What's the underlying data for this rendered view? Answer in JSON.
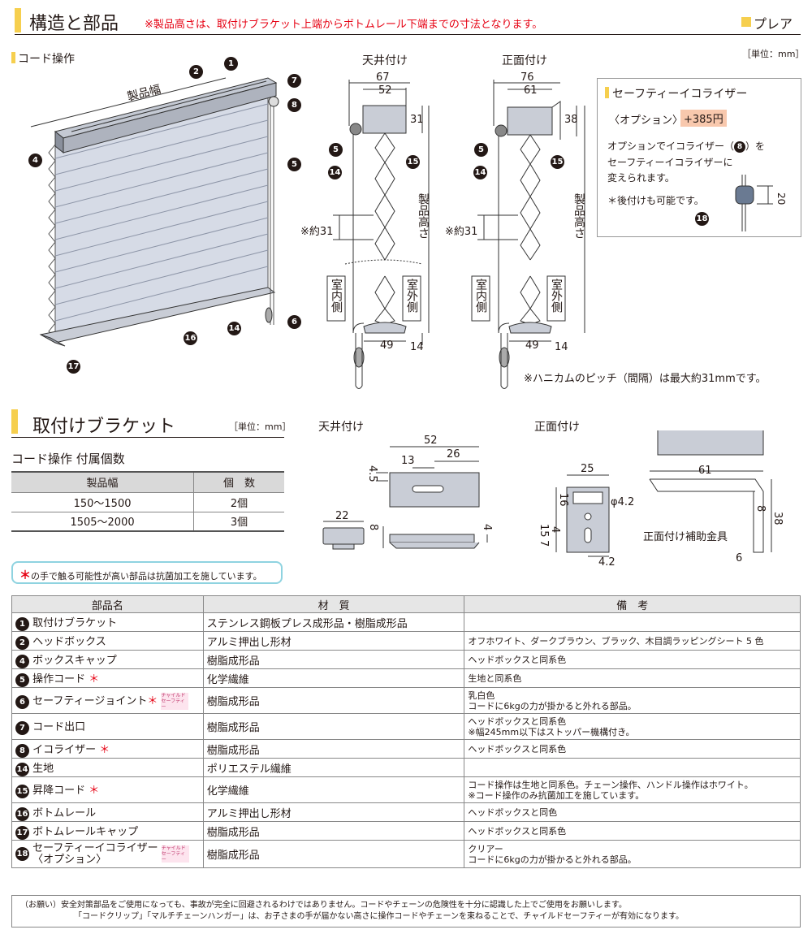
{
  "header": {
    "title": "構造と部品",
    "note": "※製品高さは、取付けブラケット上端からボトムレール下端までの寸法となります。",
    "brand": "プレア"
  },
  "structure": {
    "subtitle": "コード操作",
    "unit": "［単位：mm］",
    "product_width_label": "製品幅",
    "ceiling_label": "天井付け",
    "front_label": "正面付け",
    "dims_ceiling": {
      "w1": "67",
      "w2": "52",
      "h1": "31",
      "bottom_w": "49",
      "bottom_h": "14"
    },
    "dims_front": {
      "w1": "76",
      "w2": "61",
      "h1": "38",
      "bottom_w": "49",
      "bottom_h": "14"
    },
    "pitch_label": "※約31",
    "product_height_label": "製品高さ",
    "indoor_label": "室内側",
    "outdoor_label": "室外側",
    "pitch_note": "※ハニカムのピッチ（間隔）は最大約31mmです。",
    "callouts": [
      "1",
      "2",
      "7",
      "8",
      "4",
      "5",
      "6",
      "14",
      "16",
      "17",
      "15"
    ]
  },
  "equalizer": {
    "title": "セーフティーイコライザー",
    "option_label": "〈オプション〉",
    "price": "+385円",
    "desc1": "オプションでイコライザー（",
    "desc_num": "8",
    "desc2": "）を",
    "desc3": "セーフティーイコライザーに",
    "desc4": "変えられます。",
    "desc5": "＊後付けも可能です。",
    "dim": "20",
    "callout": "18"
  },
  "bracket": {
    "title": "取付けブラケット",
    "unit": "［単位：mm］",
    "count_title": "コード操作 付属個数",
    "count_headers": [
      "製品幅",
      "個　数"
    ],
    "count_rows": [
      [
        "150〜1500",
        "2個"
      ],
      [
        "1505〜2000",
        "3個"
      ]
    ],
    "ceiling_label": "天井付け",
    "front_label": "正面付け",
    "dims_ceiling": [
      "52",
      "26",
      "13",
      "4.5",
      "22",
      "8",
      "4"
    ],
    "dims_front": [
      "25",
      "16",
      "φ4.2",
      "15",
      "4",
      "7",
      "4.2"
    ],
    "dims_aux": [
      "61",
      "8",
      "38",
      "6"
    ],
    "aux_label": "正面付け補助金具",
    "antibac_mark": "＊",
    "antibac_note": "の手で触る可能性が高い部品は抗菌加工を施しています。"
  },
  "parts_table": {
    "headers": [
      "部品名",
      "材　質",
      "備　考"
    ],
    "rows": [
      {
        "num": "1",
        "name": "取付けブラケット",
        "mark": "",
        "badge": "",
        "material": "ステンレス鋼板プレス成形品・樹脂成形品",
        "note1": "",
        "note2": ""
      },
      {
        "num": "2",
        "name": "ヘッドボックス",
        "mark": "",
        "badge": "",
        "material": "アルミ押出し形材",
        "note1": "オフホワイト、ダークブラウン、ブラック、木目調ラッピングシート 5 色",
        "note2": ""
      },
      {
        "num": "4",
        "name": "ボックスキャップ",
        "mark": "",
        "badge": "",
        "material": "樹脂成形品",
        "note1": "ヘッドボックスと同系色",
        "note2": ""
      },
      {
        "num": "5",
        "name": "操作コード",
        "mark": "＊",
        "badge": "",
        "material": "化学繊維",
        "note1": "生地と同系色",
        "note2": ""
      },
      {
        "num": "6",
        "name": "セーフティージョイント",
        "mark": "＊",
        "badge": "チャイルドセーフティー",
        "material": "樹脂成形品",
        "note1": "乳白色",
        "note2": "コードに6kgの力が掛かると外れる部品。"
      },
      {
        "num": "7",
        "name": "コード出口",
        "mark": "",
        "badge": "",
        "material": "樹脂成形品",
        "note1": "ヘッドボックスと同系色",
        "note2": "※幅245mm以下はストッパー機構付き。"
      },
      {
        "num": "8",
        "name": "イコライザー",
        "mark": "＊",
        "badge": "",
        "material": "樹脂成形品",
        "note1": "ヘッドボックスと同系色",
        "note2": ""
      },
      {
        "num": "14",
        "name": "生地",
        "mark": "",
        "badge": "",
        "material": "ポリエステル繊維",
        "note1": "",
        "note2": ""
      },
      {
        "num": "15",
        "name": "昇降コード",
        "mark": "＊",
        "badge": "",
        "material": "化学繊維",
        "note1": "コード操作は生地と同系色。チェーン操作、ハンドル操作はホワイト。",
        "note2": "※コード操作のみ抗菌加工を施しています。"
      },
      {
        "num": "16",
        "name": "ボトムレール",
        "mark": "",
        "badge": "",
        "material": "アルミ押出し形材",
        "note1": "ヘッドボックスと同色",
        "note2": ""
      },
      {
        "num": "17",
        "name": "ボトムレールキャップ",
        "mark": "",
        "badge": "",
        "material": "樹脂成形品",
        "note1": "ヘッドボックスと同系色",
        "note2": ""
      },
      {
        "num": "18",
        "name": "セーフティーイコライザー",
        "name2": "〈オプション〉",
        "mark": "",
        "badge": "チャイルドセーフティー",
        "material": "樹脂成形品",
        "note1": "クリアー",
        "note2": "コードに6kgの力が掛かると外れる部品。"
      }
    ]
  },
  "footer": {
    "line1": "（お願い）安全対策部品をご使用になっても、事故が完全に回避されるわけではありません。コードやチェーンの危険性を十分に認識した上でご使用をお願いします。",
    "line2": "「コードクリップ」「マルチチェーンハンガー」は、お子さまの手が届かない高さに操作コードやチェーンを束ねることで、チャイルドセーフティーが有効になります。"
  }
}
